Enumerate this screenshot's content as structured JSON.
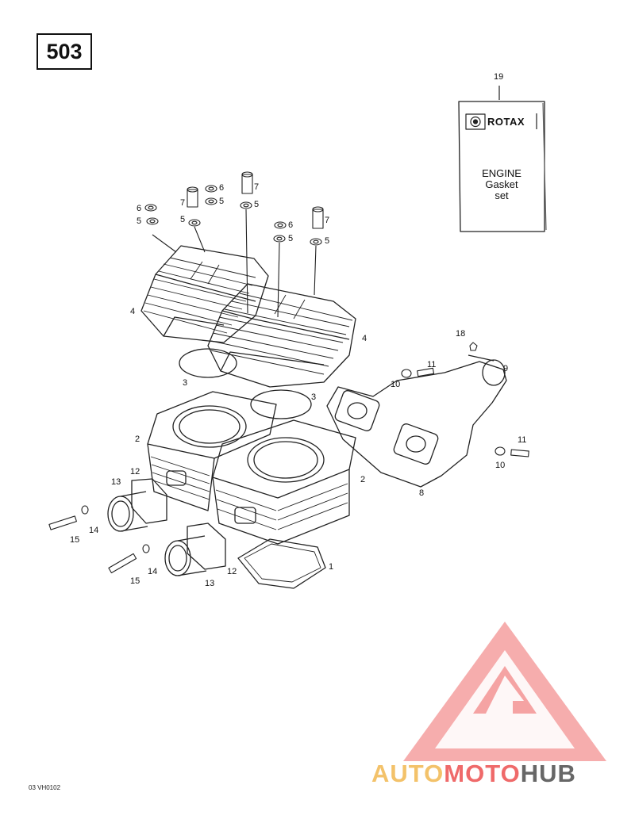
{
  "page_number": "503",
  "gasket_set": {
    "brand": "ROTAX",
    "line1": "ENGINE",
    "line2": "Gasket",
    "line3": "set"
  },
  "callouts": {
    "c19": "19",
    "c6a": "6",
    "c5a": "5",
    "c7a": "7",
    "c5b": "5",
    "c6b": "6",
    "c5c": "5",
    "c7b": "7",
    "c5d": "5",
    "c6c": "6",
    "c5e": "5",
    "c7c": "7",
    "c5f": "5",
    "c4a": "4",
    "c4b": "4",
    "c3a": "3",
    "c3b": "3",
    "c18": "18",
    "c9": "9",
    "c11a": "11",
    "c10a": "10",
    "c11b": "11",
    "c10b": "10",
    "c2a": "2",
    "c2b": "2",
    "c8": "8",
    "c12a": "12",
    "c13a": "13",
    "c14a": "14",
    "c15a": "15",
    "c14b": "14",
    "c15b": "15",
    "c12b": "12",
    "c13b": "13",
    "c1": "1"
  },
  "ref_code": "03 VH0102",
  "watermark": {
    "part1": "AUTO",
    "part2": "MOTO",
    "part3": "HUB",
    "logo_color": "#ef6a6a",
    "accent_color": "#f3c26a",
    "gray_color": "#676767"
  }
}
